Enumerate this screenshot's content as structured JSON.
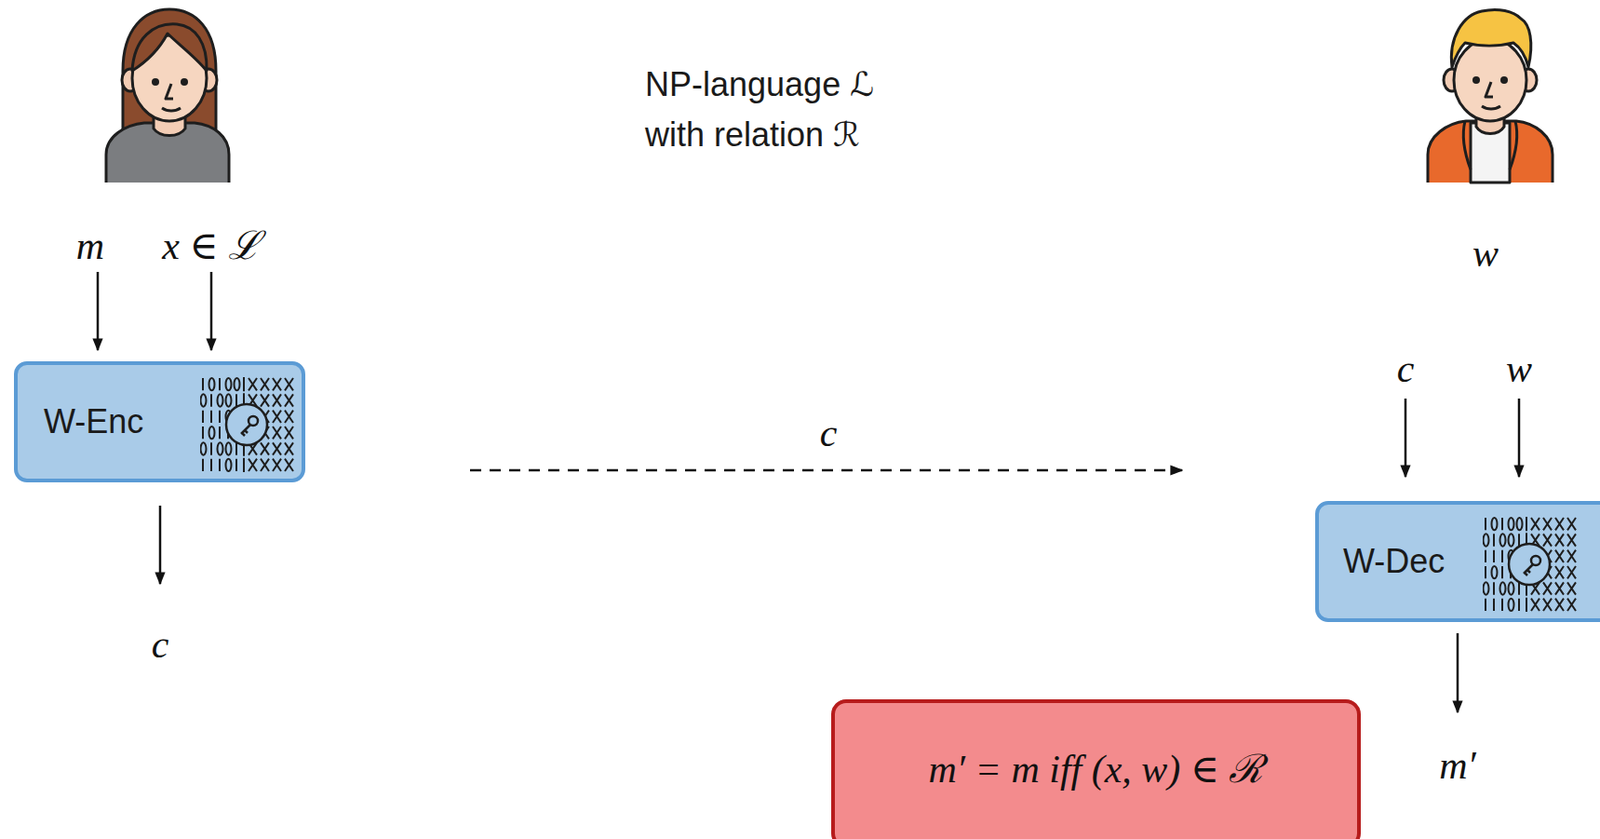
{
  "diagram": {
    "title": "NP-language ℒ with relation ℛ",
    "nodes": [
      {
        "text": [
          "W-Enc"
        ]
      },
      {
        "text": [
          "W-Dec"
        ]
      },
      {
        "text": [
          "m′ = m iff (x, w) ∈ ℛ"
        ]
      }
    ],
    "labels": [
      "m",
      "x ∈ ℒ",
      "c",
      "c",
      "w",
      "c",
      "w",
      "m′"
    ]
  }
}
